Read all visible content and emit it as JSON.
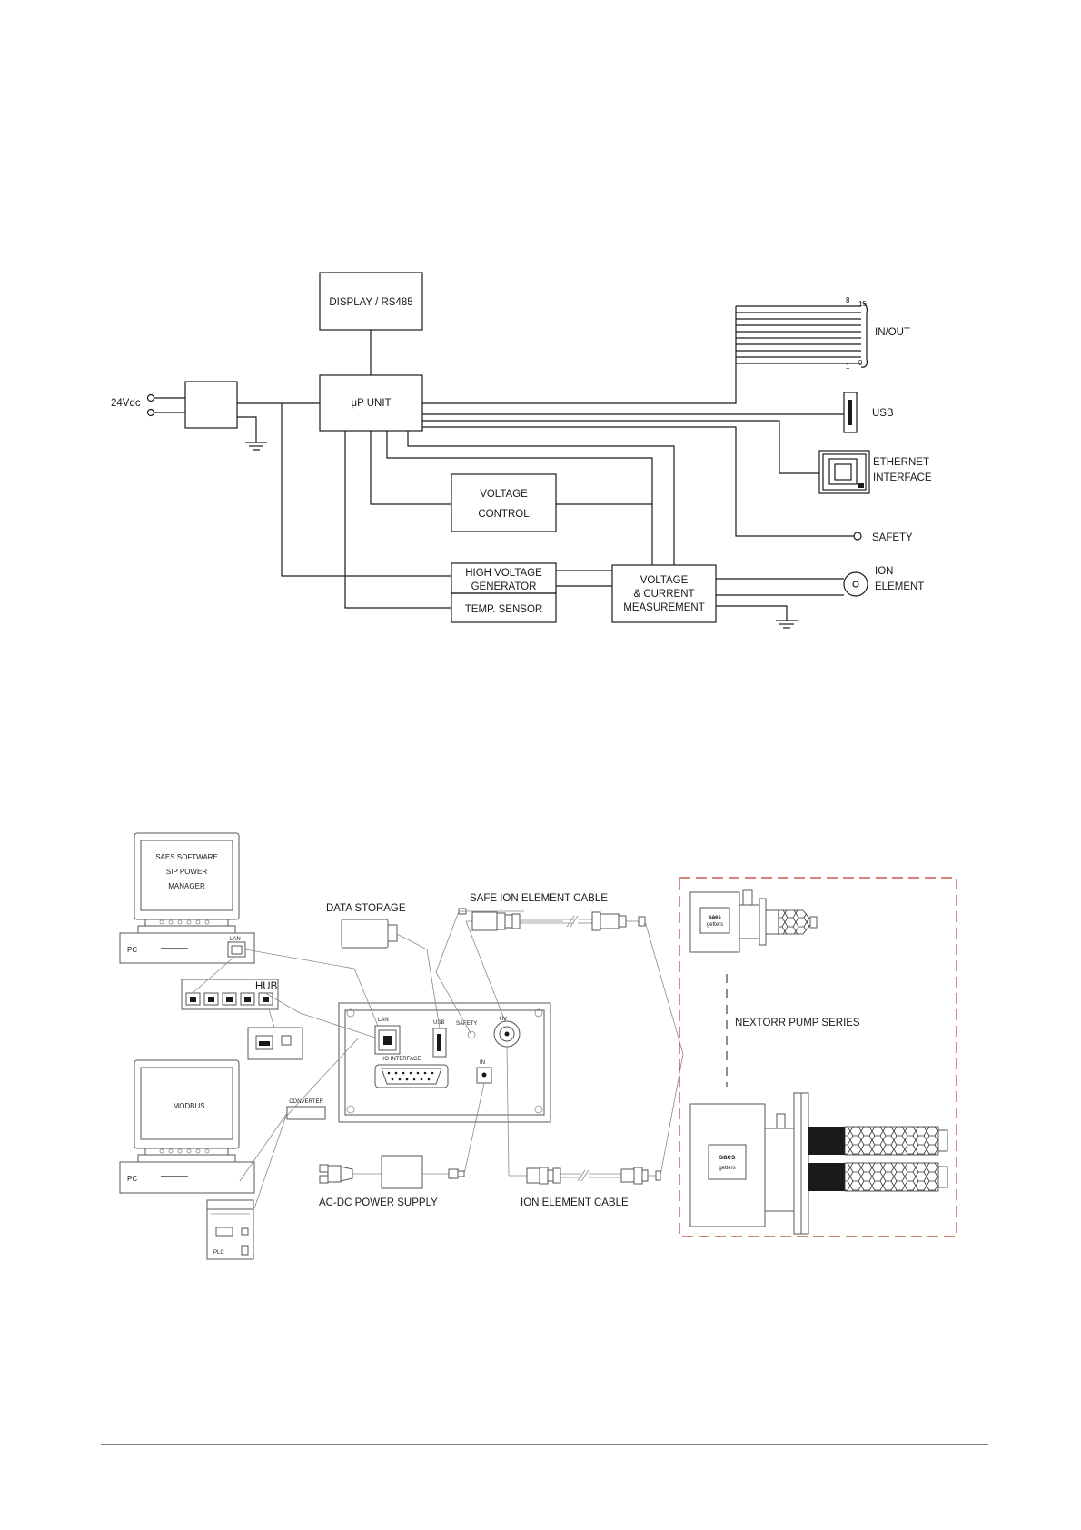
{
  "colors": {
    "header_rule": "#2f5597",
    "footer_rule": "#7f7f7f",
    "pump_frame": "#c0392b"
  },
  "block_diagram": {
    "supply_label": "24Vdc",
    "display": "DISPLAY / RS485",
    "up_unit": "μP UNIT",
    "voltage_control": [
      "VOLTAGE",
      "CONTROL"
    ],
    "hv_generator": [
      "HIGH VOLTAGE",
      "GENERATOR"
    ],
    "temp_sensor": "TEMP. SENSOR",
    "measurement": [
      "VOLTAGE",
      "& CURRENT",
      "MEASUREMENT"
    ],
    "in_out": "IN/OUT",
    "pin_8": "8",
    "pin_15": "15",
    "pin_1": "1",
    "pin_9": "9",
    "usb": "USB",
    "ethernet": [
      "ETHERNET",
      "INTERFACE"
    ],
    "safety": "SAFETY",
    "ion_element": [
      "ION",
      "ELEMENT"
    ]
  },
  "connection_diagram": {
    "pc_software": [
      "SAES SOFTWARE",
      "SIP POWER",
      "MANAGER"
    ],
    "pc_label": "PC",
    "lan_small": "LAN",
    "hub": "HUB",
    "modbus": "MODBUS",
    "converter": "CONVERTER",
    "plc": "PLC",
    "data_storage": "DATA STORAGE",
    "safe_cable": "SAFE ION ELEMENT CABLE",
    "panel_lan": "LAN",
    "panel_usb": "USB",
    "panel_safety": "SAFETY",
    "panel_hv": "HV",
    "panel_io": "I/O INTERFACE",
    "panel_in": "IN",
    "power_supply": "AC-DC POWER SUPPLY",
    "ion_cable": "ION ELEMENT CABLE",
    "pump_series": "NEXTORR PUMP SERIES",
    "logo_text": "saes",
    "logo_sub": "getters"
  }
}
